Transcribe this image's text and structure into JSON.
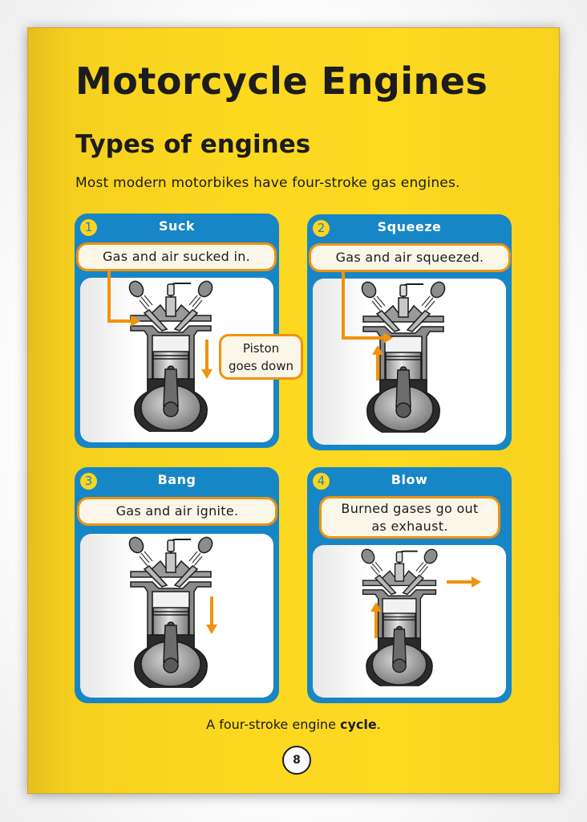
{
  "page": {
    "title": "Motorcycle Engines",
    "subtitle": "Types of engines",
    "intro": "Most modern motorbikes have four-stroke gas engines.",
    "caption_prefix": "A four-stroke engine ",
    "caption_bold": "cycle",
    "caption_suffix": ".",
    "page_number": "8"
  },
  "colors": {
    "page_yellow": "#fdd920",
    "panel_blue": "#1786c6",
    "arrow_orange": "#f0920e",
    "pill_cream": "#fbf7e8",
    "text_dark": "#1c1c1c"
  },
  "panels": [
    {
      "number": "1",
      "title": "Suck",
      "description": "Gas and air sucked in.",
      "callout": "Piston goes down",
      "callout_line1": "Piston",
      "callout_line2": "goes down",
      "icons": [
        "engine-cylinder-illustration",
        "arrow-intake-icon",
        "arrow-down-icon"
      ]
    },
    {
      "number": "2",
      "title": "Squeeze",
      "description": "Gas and air squeezed.",
      "icons": [
        "engine-cylinder-illustration",
        "arrow-intake-icon",
        "arrow-up-icon"
      ]
    },
    {
      "number": "3",
      "title": "Bang",
      "description": "Gas and air ignite.",
      "icons": [
        "engine-cylinder-illustration",
        "arrow-down-icon"
      ]
    },
    {
      "number": "4",
      "title": "Blow",
      "description_line1": "Burned gases go out",
      "description_line2": "as exhaust.",
      "description": "Burned gases go out as exhaust.",
      "icons": [
        "engine-cylinder-illustration",
        "arrow-up-icon",
        "arrow-exhaust-icon"
      ]
    }
  ]
}
